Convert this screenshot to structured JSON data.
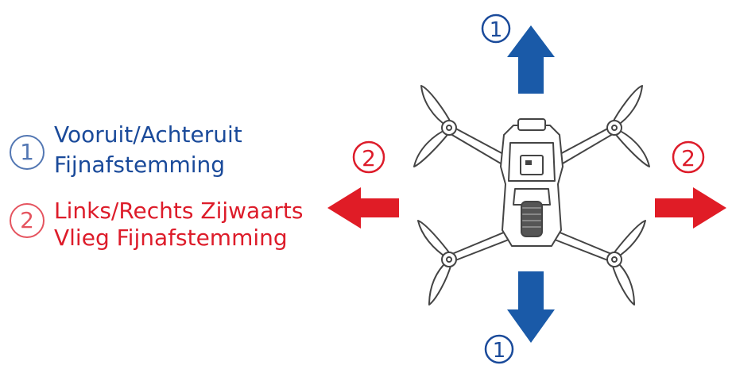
{
  "legend": [
    {
      "number": "1",
      "lines": [
        "Vooruit/Achteruit",
        "Fijnafstemming"
      ],
      "color": "#1a4a9a"
    },
    {
      "number": "2",
      "lines": [
        "Links/Rechts Zijwaarts",
        "Vlieg Fijnafstemming"
      ],
      "color": "#dd1c2a"
    }
  ],
  "markers": {
    "forward": "1",
    "backward": "1",
    "left": "2",
    "right": "2"
  },
  "colors": {
    "blue_arrow": "#1a5aa8",
    "red_arrow": "#e01c26",
    "drone_line": "#444444"
  }
}
